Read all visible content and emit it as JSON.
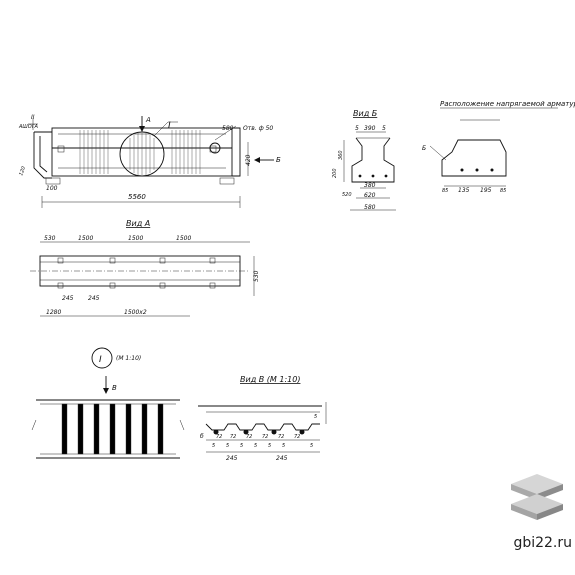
{
  "labels": {
    "node_mark": "II",
    "node_ref": "ΑШΟΓΑ",
    "arrow_a": "A",
    "node_one": "I",
    "bolt_note": "Отв. ф 50",
    "arrow_b": "Б",
    "vid_b": "Вид Б",
    "armatura_title": "Расположение напрягаемой арматуры",
    "vid_a": "Вид А",
    "node_one_scale": "(М 1:10)",
    "arrow_v": "В",
    "vid_v": "Вид В (М 1:10)",
    "site": "gbi22.ru"
  },
  "dims": {
    "elev_580": "580",
    "elev_120": "120",
    "elev_100": "100",
    "elev_420": "420",
    "elev_total": "5560",
    "vb_5a": "5",
    "vb_390": "390",
    "vb_5b": "5",
    "vb_360": "360",
    "vb_200": "200",
    "vb_520": "520",
    "vb_380": "380",
    "vb_620": "620",
    "vb_580": "580",
    "ar_b": "Б",
    "ar_85a": "85",
    "ar_135": "135",
    "ar_195": "195",
    "ar_85b": "85",
    "va_530": "530",
    "va_1500a": "1500",
    "va_1500b": "1500",
    "va_1500c": "1500",
    "va_530b": "530",
    "va_245a": "245",
    "va_245b": "245",
    "va_1280": "1280",
    "va_1500x2": "1500х2",
    "vv_b": "б",
    "vv_72": [
      "72",
      "72",
      "72",
      "72",
      "72",
      "72"
    ],
    "vv_5": [
      "5",
      "5",
      "5",
      "5",
      "5",
      "5",
      "5"
    ],
    "vv_245a": "245",
    "vv_245b": "245",
    "vv_s": "5"
  }
}
